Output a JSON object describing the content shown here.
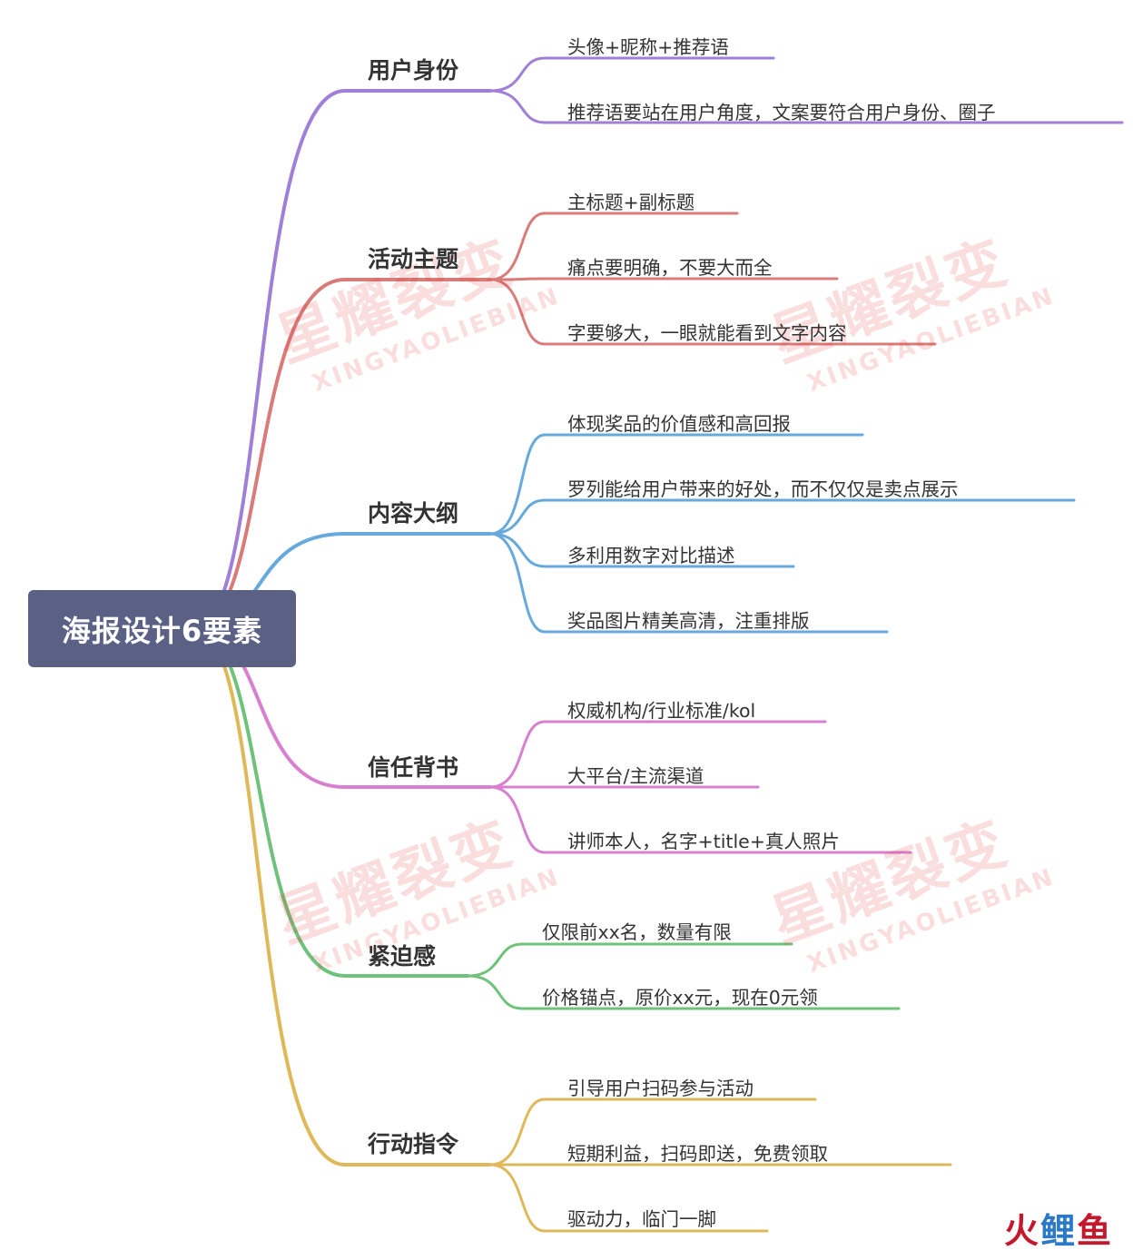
{
  "mindmap": {
    "root": {
      "label": "海报设计6要素",
      "color": "#5a6185"
    },
    "branches": [
      {
        "label": "用户身份",
        "color": "#a07fd8",
        "items": [
          "头像+昵称+推荐语",
          "推荐语要站在用户角度，文案要符合用户身份、圈子"
        ]
      },
      {
        "label": "活动主题",
        "color": "#d97b78",
        "items": [
          "主标题+副标题",
          "痛点要明确，不要大而全",
          "字要够大，一眼就能看到文字内容"
        ]
      },
      {
        "label": "内容大纲",
        "color": "#67a9dc",
        "items": [
          "体现奖品的价值感和高回报",
          "罗列能给用户带来的好处，而不仅仅是卖点展示",
          "多利用数字对比描述",
          "奖品图片精美高清，注重排版"
        ]
      },
      {
        "label": "信任背书",
        "color": "#d880cf",
        "items": [
          "权威机构/行业标准/kol",
          "大平台/主流渠道",
          "讲师本人，名字+title+真人照片"
        ]
      },
      {
        "label": "紧迫感",
        "color": "#6fc27a",
        "items": [
          "仅限前xx名，数量有限",
          "价格锚点，原价xx元，现在0元领"
        ]
      },
      {
        "label": "行动指令",
        "color": "#dfb85a",
        "items": [
          "引导用户扫码参与活动",
          "短期利益，扫码即送，免费领取",
          "驱动力，临门一脚"
        ]
      }
    ]
  },
  "watermark": {
    "cn": "星耀裂变",
    "en": "XINGYAOLIEBIAN"
  },
  "corner_logo": {
    "part1": "火",
    "part2": "鲤",
    "part3": "鱼"
  }
}
